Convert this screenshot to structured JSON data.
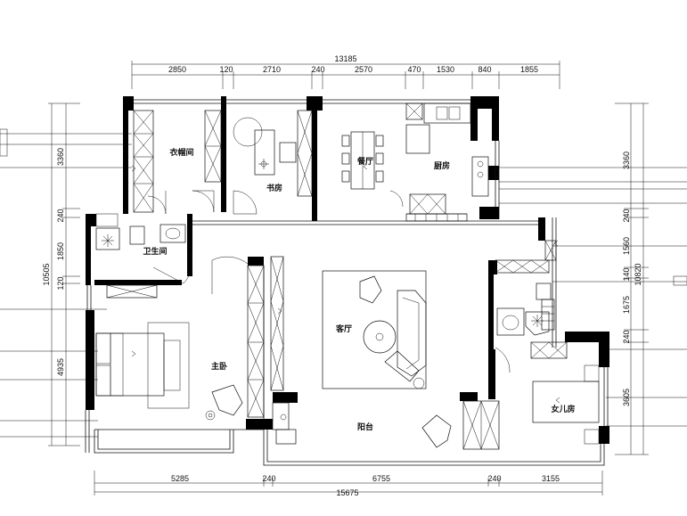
{
  "dimensions": {
    "top_total": "13185",
    "top": [
      "2850",
      "120",
      "2710",
      "240",
      "2570",
      "470",
      "1530",
      "840",
      "1855"
    ],
    "bottom_total": "15675",
    "bottom": [
      "5285",
      "240",
      "6755",
      "240",
      "3155"
    ],
    "left_total": "10505",
    "left": [
      "3360",
      "240",
      "1850",
      "120",
      "4935"
    ],
    "right_total": "10820",
    "right": [
      "3360",
      "240",
      "1560",
      "140",
      "1675",
      "240",
      "3605"
    ]
  },
  "rooms": {
    "cloakroom": "衣帽间",
    "study": "书房",
    "dining": "餐厅",
    "kitchen": "厨房",
    "bathroom": "卫生间",
    "living": "客厅",
    "master": "主卧",
    "balcony": "阳台",
    "daughter": "女儿房"
  }
}
